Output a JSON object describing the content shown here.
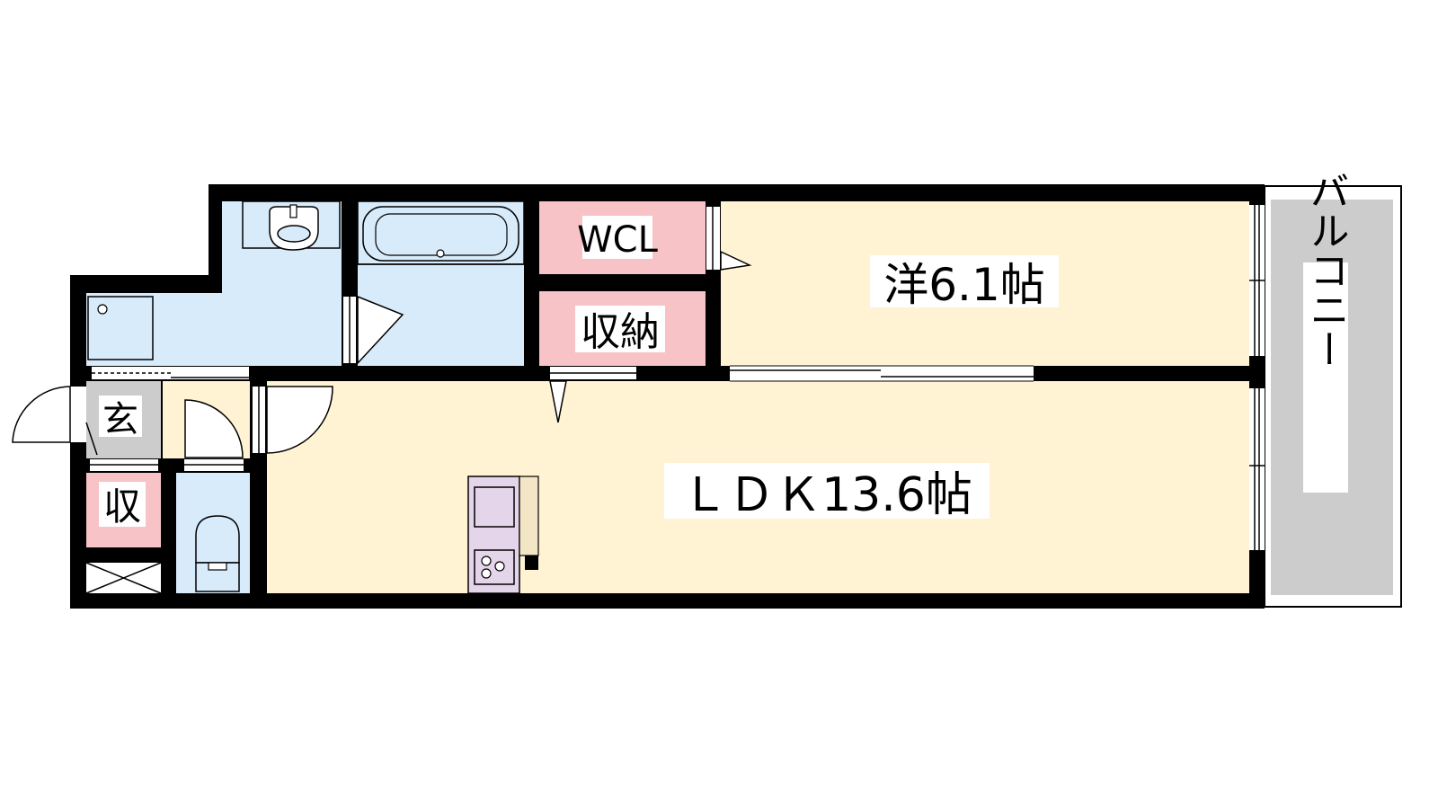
{
  "rooms": {
    "western_room": {
      "label": "洋6.1帖"
    },
    "ldk": {
      "label": "ＬＤＫ13.6帖"
    },
    "walk_in_closet": {
      "label": "WCL"
    },
    "storage": {
      "label": "収納"
    },
    "entrance": {
      "label": "玄"
    },
    "entrance_storage": {
      "label": "収"
    },
    "balcony": {
      "label": "バルコニー"
    }
  },
  "colors": {
    "wall": "#000000",
    "living_floor": "#fff3d4",
    "wet_area": "#d8ebfb",
    "closet": "#f7c3c6",
    "entrance_floor": "#cccccc",
    "balcony": "#cccccc",
    "kitchen": "#e5d5ea",
    "counter": "#f2e6c6"
  }
}
